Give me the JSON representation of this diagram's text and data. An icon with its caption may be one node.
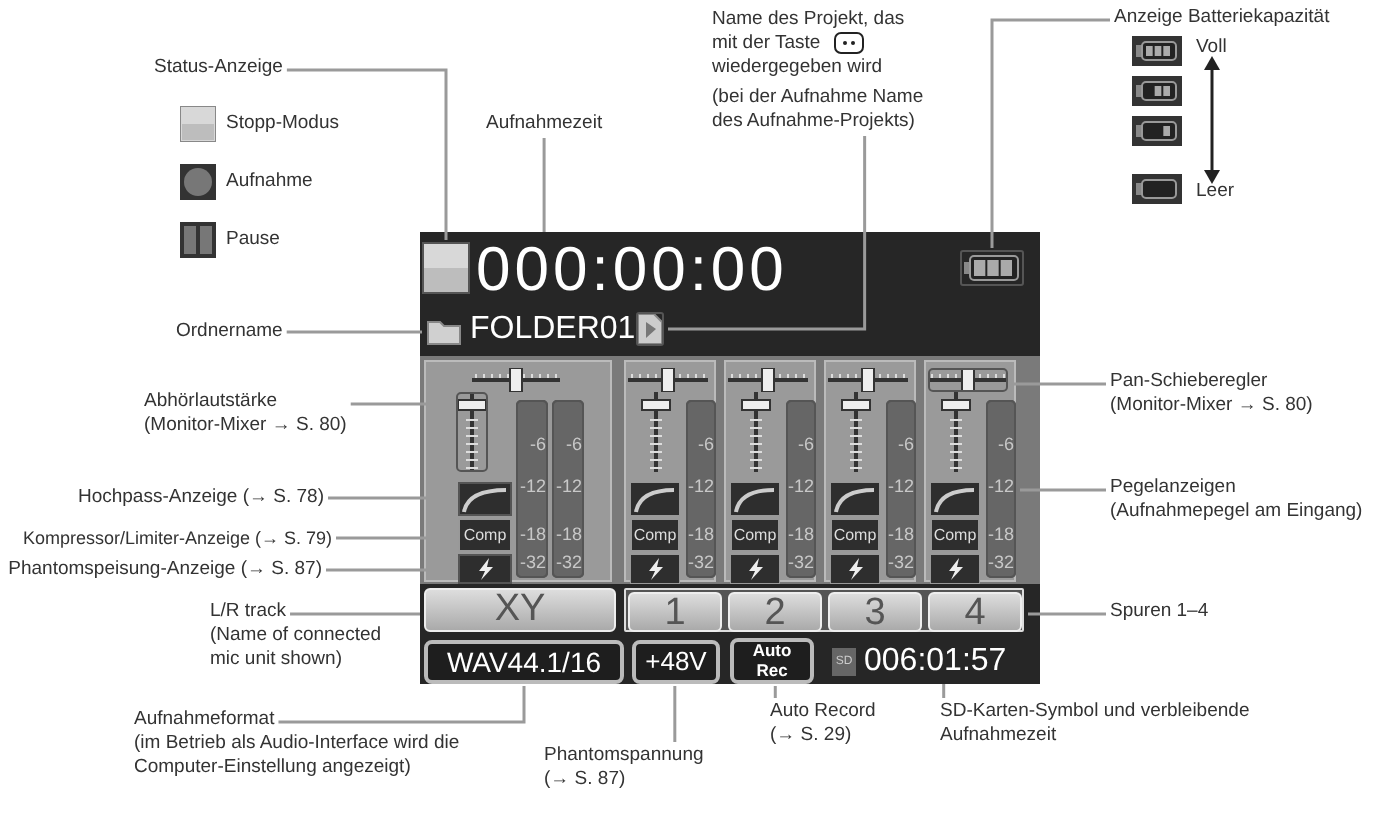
{
  "diagram": {
    "nodes": [
      {
        "text": [
          "Status-Anzeige"
        ]
      },
      {
        "text": [],
        "shape": "box"
      },
      {
        "text": [
          "Aufnahmezeit"
        ]
      },
      {
        "text": [
          "000:00:00"
        ]
      },
      {
        "text": [
          "Name des Projekt, das mit der Taste wiedergegeben wird",
          "(bei der Aufnahme Name des Aufnahme-Projekts)"
        ]
      },
      {
        "text": [],
        "shape": "picture"
      },
      {
        "text": [
          "Anzeige Batteriekapazität"
        ]
      },
      {
        "text": [],
        "shape": "picture"
      },
      {
        "text": [
          "Ordnername"
        ]
      },
      {
        "text": [
          "FOLDER01"
        ]
      },
      {
        "text": [
          "Abhörlautstärke",
          "(Monitor-Mixer → S. 80)"
        ]
      },
      {
        "text": [],
        "shape": "bar"
      },
      {
        "text": [
          "Pan-Schieberegler",
          "(Monitor-Mixer → S. 80)"
        ]
      },
      {
        "text": [],
        "shape": "bar"
      },
      {
        "text": [
          "Pegelanzeigen",
          "(Aufnahmepegel am Eingang)"
        ]
      },
      {
        "text": [],
        "shape": "bar"
      },
      {
        "text": [
          "Hochpass-Anzeige (→ S. 78)"
        ]
      },
      {
        "text": [],
        "shape": "box"
      },
      {
        "text": [
          "Kompressor/Limiter-Anzeige (→ S. 79)"
        ]
      },
      {
        "text": [
          "Comp"
        ]
      },
      {
        "text": [
          "Phantomspeisung-Anzeige (→ S. 87)"
        ]
      },
      {
        "text": [],
        "shape": "box"
      },
      {
        "text": [
          "L/R track",
          "(Name of connected mic unit shown)"
        ]
      },
      {
        "text": [
          "XY"
        ]
      },
      {
        "text": [
          "Spuren 1–4"
        ]
      },
      {
        "text": [],
        "shape": "box"
      },
      {
        "text": [
          "1"
        ],
        "in": 25
      },
      {
        "text": [
          "2"
        ],
        "in": 25
      },
      {
        "text": [
          "3"
        ],
        "in": 25
      },
      {
        "text": [
          "4"
        ],
        "in": 25
      },
      {
        "text": [
          "Aufnahmeformat",
          "(im Betrieb als Audio-Interface wird die Computer-Einstellung angezeigt)"
        ]
      },
      {
        "text": [
          "WAV44.1/16"
        ]
      },
      {
        "text": [
          "Phantomspannung",
          "(→ S. 87)"
        ]
      },
      {
        "text": [
          "+48V"
        ]
      },
      {
        "text": [
          "Auto Record",
          "(→ S. 29)"
        ]
      },
      {
        "text": [
          "Auto Rec"
        ]
      },
      {
        "text": [
          "SD-Karten-Symbol und verbleibende Aufnahmezeit"
        ]
      },
      {
        "text": [
          "006:01:57"
        ]
      },
      {
        "text": [],
        "shape": "bar"
      },
      {
        "text": [],
        "shape": "bar"
      },
      {
        "text": [],
        "shape": "bar"
      },
      {
        "text": [],
        "shape": "bar"
      },
      {
        "text": [],
        "shape": "bar"
      }
    ],
    "edges": [
      {
        "from": 0,
        "to": 1,
        "arrow": "none"
      },
      {
        "from": 2,
        "to": 3,
        "arrow": "none"
      },
      {
        "from": 4,
        "to": 5,
        "arrow": "none"
      },
      {
        "from": 6,
        "to": 7,
        "arrow": "none"
      },
      {
        "from": 8,
        "to": 9,
        "arrow": "none"
      },
      {
        "from": 10,
        "to": 11,
        "arrow": "none"
      },
      {
        "from": 12,
        "to": 13,
        "arrow": "none"
      },
      {
        "from": 14,
        "to": 15,
        "arrow": "none"
      },
      {
        "from": 16,
        "to": 17,
        "arrow": "none"
      },
      {
        "from": 18,
        "to": 19,
        "arrow": "none"
      },
      {
        "from": 20,
        "to": 21,
        "arrow": "none"
      },
      {
        "from": 22,
        "to": 23,
        "arrow": "none"
      },
      {
        "from": 24,
        "to": 25,
        "arrow": "none"
      },
      {
        "from": 30,
        "to": 31,
        "arrow": "none"
      },
      {
        "from": 32,
        "to": 33,
        "arrow": "none"
      },
      {
        "from": 34,
        "to": 35,
        "arrow": "none"
      },
      {
        "from": 36,
        "to": 37,
        "arrow": "none"
      }
    ],
    "labels": [
      "Voll",
      "Leer",
      "-6",
      "-6",
      "-6",
      "-6",
      "-6",
      "-6",
      "-12",
      "-12",
      "-12",
      "-12",
      "-12",
      "-12",
      "-18",
      "-18",
      "Comp",
      "-18",
      "Comp",
      "-18",
      "Comp",
      "-18",
      "Comp",
      "-18",
      "-32",
      "-32",
      "-32",
      "-32",
      "-32",
      "-32",
      "SD"
    ],
    "legend": [
      {
        "text": "Stopp-Modus"
      },
      {
        "text": "Aufnahme"
      },
      {
        "text": "Pause"
      }
    ]
  }
}
